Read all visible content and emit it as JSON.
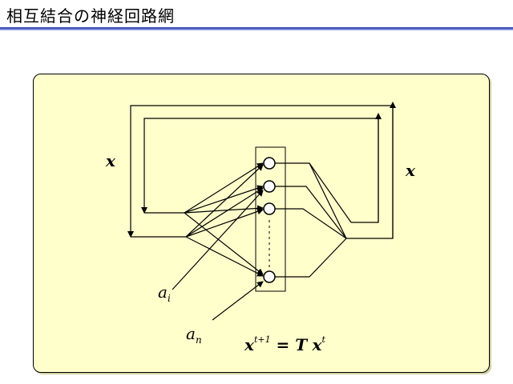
{
  "slide": {
    "title": "相互結合の神経回路網"
  },
  "diagram": {
    "labels": {
      "x_left": "x",
      "x_right": "x",
      "input_i_base": "a",
      "input_i_sub": "i",
      "input_n_base": "a",
      "input_n_sub": "n"
    },
    "equation": {
      "lhs": "x",
      "lhs_sup": "t+1",
      "eq": " = ",
      "op": "T",
      "rhs": "x",
      "rhs_sup": "t"
    }
  }
}
